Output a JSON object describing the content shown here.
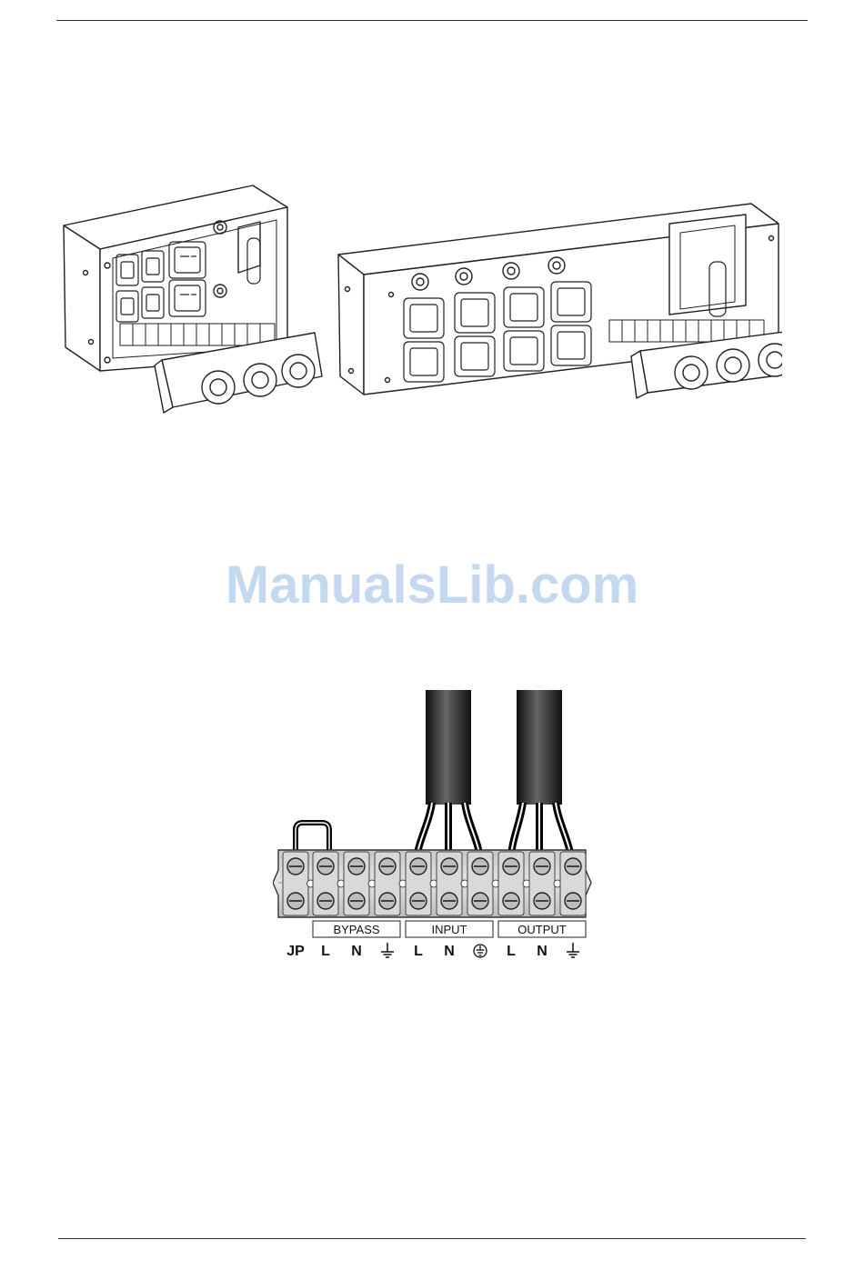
{
  "watermark": "ManualsLib.com",
  "terminal_block": {
    "groups": [
      "BYPASS",
      "INPUT",
      "OUTPUT"
    ],
    "terminal_labels": [
      "JP",
      "L",
      "N",
      "",
      "L",
      "N",
      "",
      "L",
      "N",
      ""
    ],
    "terminal_symbols": [
      "",
      "",
      "",
      "ground-icon",
      "",
      "",
      "protective-earth-icon",
      "",
      "",
      "ground-icon"
    ]
  }
}
